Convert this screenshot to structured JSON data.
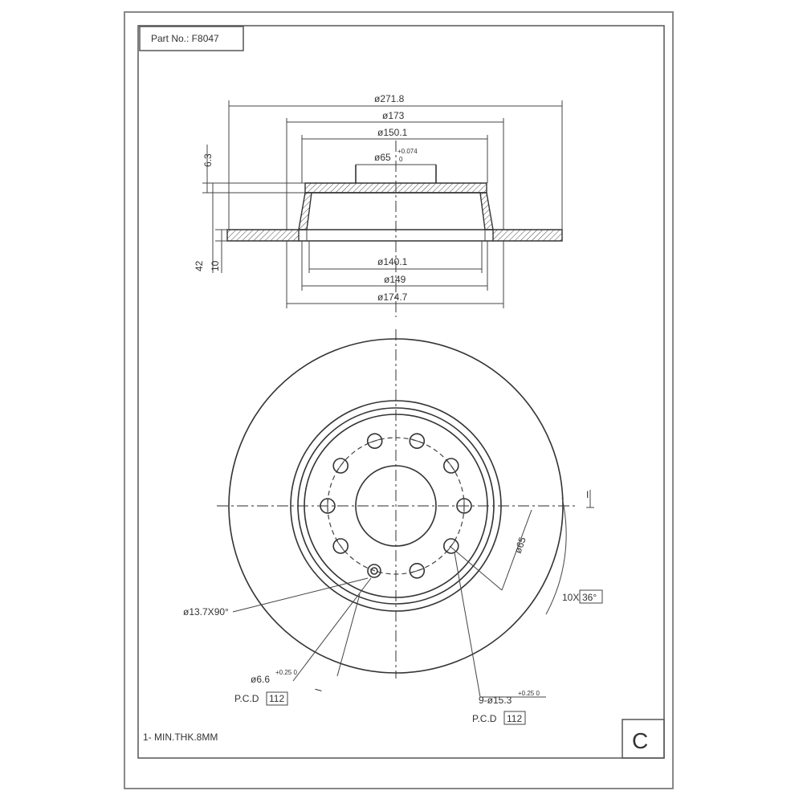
{
  "part_number_label": "Part No.: F8047",
  "section_view": {
    "dim_outer": "ø271.8",
    "dim_173": "ø173",
    "dim_150": "ø150.1",
    "dim_hub_base": "ø65",
    "dim_hub_tol_upper": "+0.074",
    "dim_hub_tol_lower": "0",
    "dim_140": "ø140.1",
    "dim_149": "ø149",
    "dim_174": "ø174.7",
    "dim_height": "6.3",
    "dim_total_left": "42",
    "dim_thickness": "10"
  },
  "front_view": {
    "chamfer_label": "ø13.7X90°",
    "small_hole_label": "ø6.6",
    "small_hole_tol": "+0.25 0",
    "small_pcd_prefix": "P.C.D",
    "small_pcd_value": "112",
    "bolt_hole_label": "9-ø15.3",
    "bolt_hole_tol": "+0.25 0",
    "bolt_pcd_prefix": "P.C.D",
    "bolt_pcd_value": "112",
    "angle_prefix": "10X",
    "angle_value": "36°",
    "radius_label": "ø65",
    "section_mark_1": "I",
    "section_mark_2": "I"
  },
  "note": "1- MIN.THK.8MM",
  "revision_letter": "C"
}
